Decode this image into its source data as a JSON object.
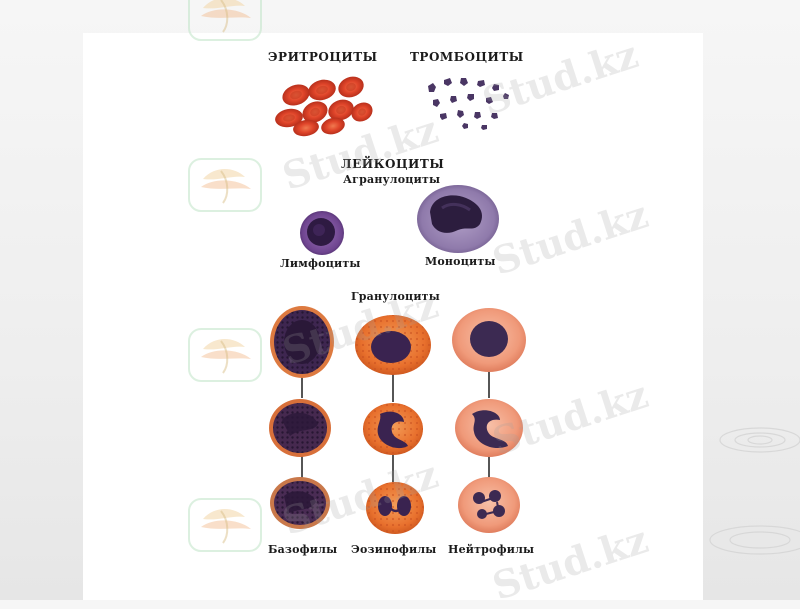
{
  "labels": {
    "erythrocytes": "ЭРИТРОЦИТЫ",
    "thrombocytes": "ТРОМБОЦИТЫ",
    "leukocytes": "ЛЕЙКОЦИТЫ",
    "agranulocytes": "Агранулоциты",
    "lymphocytes": "Лимфоциты",
    "monocytes": "Моноциты",
    "granulocytes": "Гранулоциты",
    "basophils": "Базофилы",
    "eosinophils": "Эозинофилы",
    "neutrophils": "Нейтрофилы"
  },
  "watermark": {
    "text": "Stud.kz"
  },
  "colors": {
    "erythrocyte": "#e0452a",
    "cytoplasm_eos": "#ee7f3a",
    "cytoplasm_neu": "#f2a58a",
    "nucleus": "#3a2350",
    "lymph_cell": "#7b4d9c",
    "mono_cell": "#9a86b4"
  }
}
